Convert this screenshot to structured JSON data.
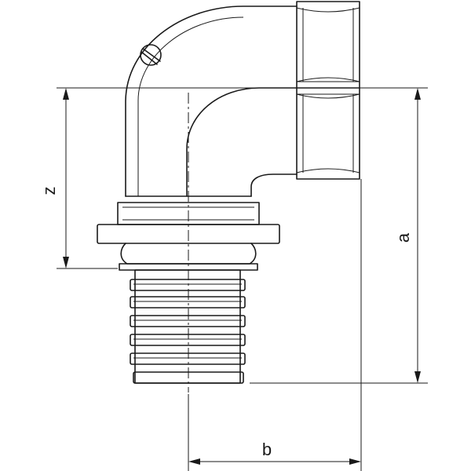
{
  "dimensions": {
    "z": "z",
    "a": "a",
    "b": "b"
  }
}
